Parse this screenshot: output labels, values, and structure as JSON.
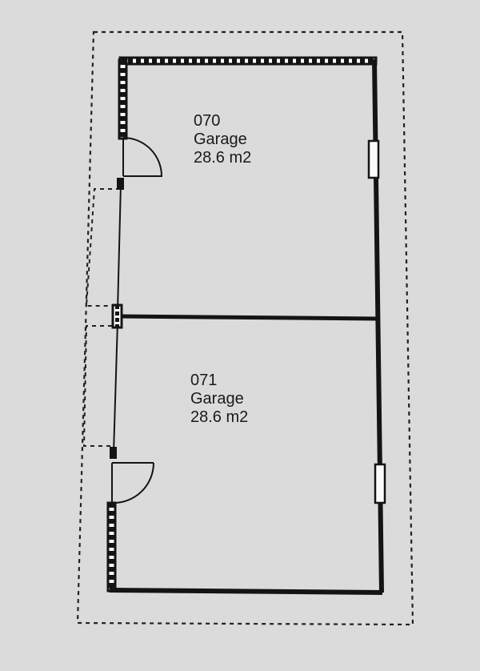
{
  "colors": {
    "paper": "#dcdcdc",
    "wall": "#141414",
    "text": "#1a1a1a"
  },
  "rooms": [
    {
      "number": "070",
      "name": "Garage",
      "area": "28.6 m2"
    },
    {
      "number": "071",
      "name": "Garage",
      "area": "28.6 m2"
    }
  ]
}
